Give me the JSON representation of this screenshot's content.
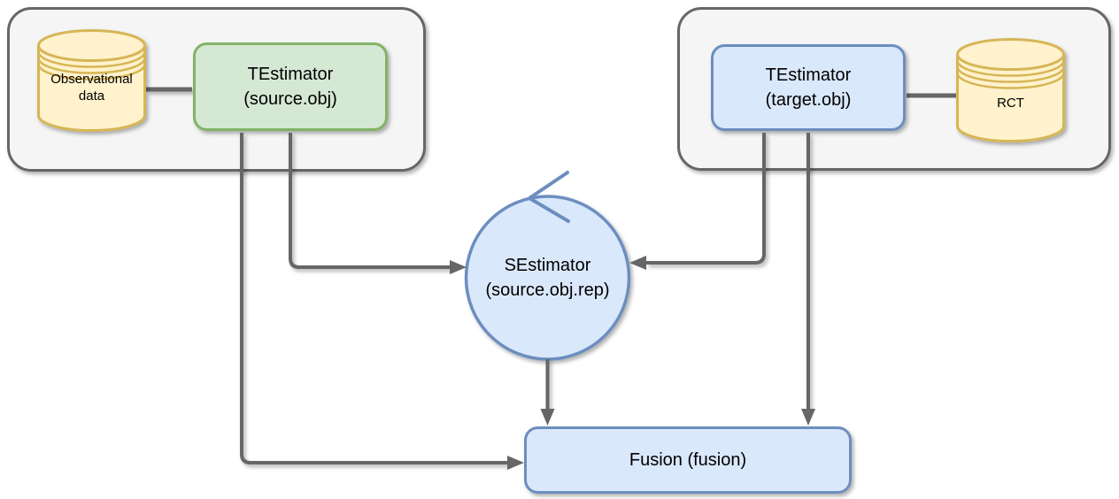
{
  "diagram": {
    "kind": "flow-diagram",
    "background": "#ffffff"
  },
  "colors": {
    "container_fill": "#f5f5f5",
    "container_border": "#666666",
    "database_fill": "#fff2cc",
    "database_border": "#d6b656",
    "green_fill": "#d5e8d4",
    "green_border": "#82b366",
    "blue_fill": "#dae8fc",
    "blue_border": "#6c8ebf",
    "edge_color": "#666666",
    "text_color": "#000000"
  },
  "nodes": {
    "observational_data": {
      "shape": "database-cylinder",
      "line1": "Observational",
      "line2": "data"
    },
    "source_estimator": {
      "shape": "rounded-rect",
      "line1": "TEstimator",
      "line2": "(source.obj)"
    },
    "target_estimator": {
      "shape": "rounded-rect",
      "line1": "TEstimator",
      "line2": "(target.obj)"
    },
    "rct": {
      "shape": "database-cylinder",
      "label": "RCT"
    },
    "s_estimator": {
      "shape": "circle-with-loop-arrow",
      "line1": "SEstimator",
      "line2": "(source.obj.rep)"
    },
    "fusion": {
      "shape": "rounded-rect",
      "label": "Fusion (fusion)"
    }
  },
  "edges": [
    {
      "from": "observational_data",
      "to": "source_estimator",
      "style": "plain-link"
    },
    {
      "from": "target_estimator",
      "to": "rct",
      "style": "plain-link"
    },
    {
      "from": "source_estimator",
      "to": "s_estimator",
      "style": "arrow"
    },
    {
      "from": "target_estimator",
      "to": "s_estimator",
      "style": "arrow"
    },
    {
      "from": "source_estimator",
      "to": "fusion",
      "style": "arrow"
    },
    {
      "from": "target_estimator",
      "to": "fusion",
      "style": "arrow"
    },
    {
      "from": "s_estimator",
      "to": "fusion",
      "style": "arrow"
    }
  ]
}
